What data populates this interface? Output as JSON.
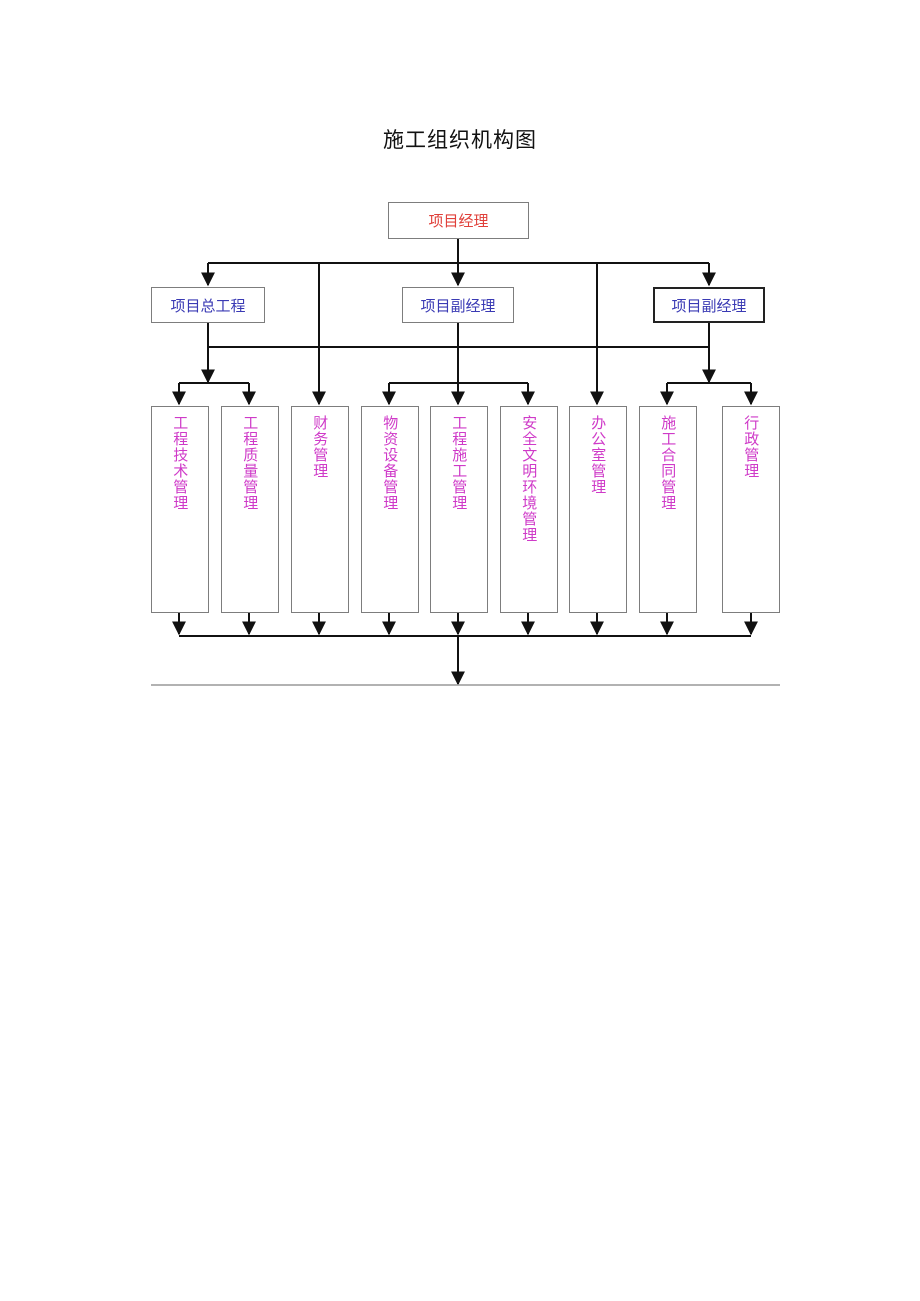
{
  "title": "施工组织机构图",
  "top": {
    "label": "项目经理"
  },
  "middle": [
    {
      "label": "项目总工程"
    },
    {
      "label": "项目副经理"
    },
    {
      "label": "项目副经理"
    }
  ],
  "departments": [
    "工程技术管理",
    "工程质量管理",
    "财务管理",
    "物资设备管理",
    "工程施工管理",
    "安全文明环境管理",
    "办公室管理",
    "施工合同管理",
    "行政管理"
  ],
  "colors": {
    "top_text": "#e0403a",
    "mid_text": "#3a3ab4",
    "dept_text": "#cf3ac8",
    "lines": "#111111"
  }
}
